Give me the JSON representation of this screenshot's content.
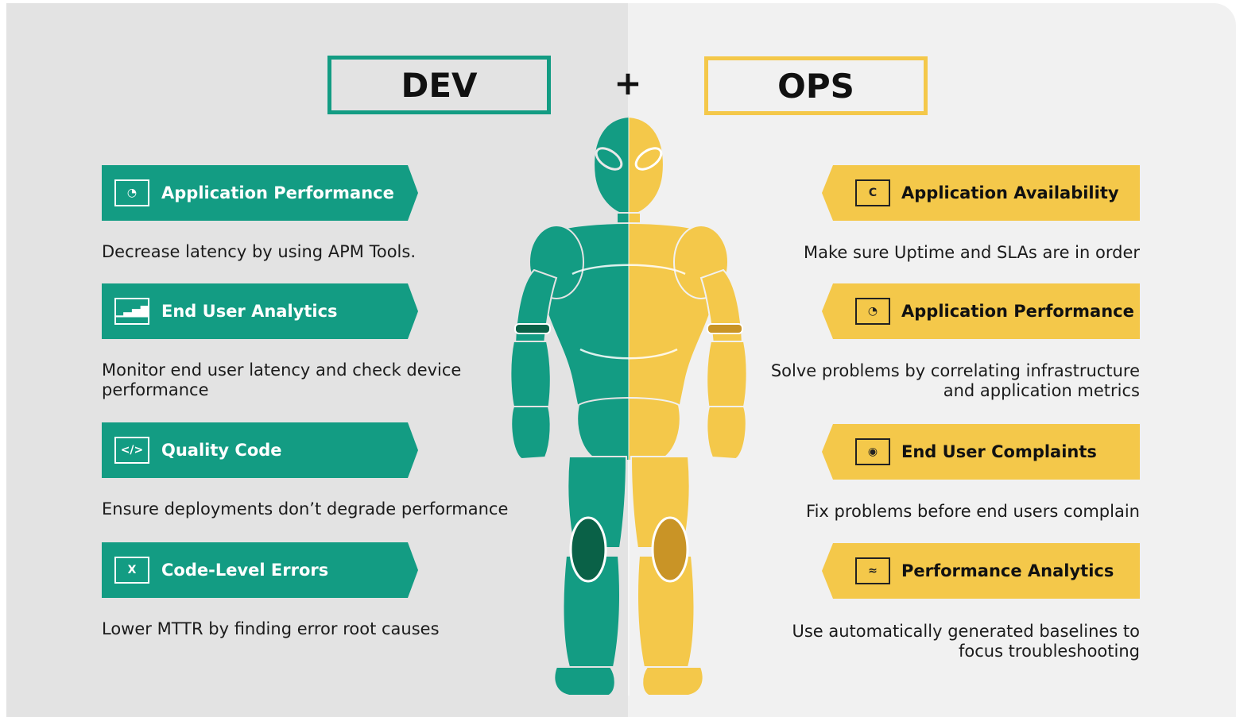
{
  "dev": {
    "title": "DEV",
    "accent": "#139c83",
    "items": [
      {
        "label": "Application Performance",
        "icon": "speedometer-icon",
        "glyph": "◔",
        "desc": "Decrease latency by using APM Tools."
      },
      {
        "label": "End User Analytics",
        "icon": "bar-chart-icon",
        "glyph": "▁▃▅▇",
        "desc": "Monitor end user latency and check device performance"
      },
      {
        "label": "Quality Code",
        "icon": "code-icon",
        "glyph": "</>",
        "desc": "Ensure deployments don’t degrade performance"
      },
      {
        "label": "Code-Level Errors",
        "icon": "close-x-icon",
        "glyph": "X",
        "desc": "Lower MTTR by finding error root causes"
      }
    ]
  },
  "plus": "+",
  "ops": {
    "title": "OPS",
    "accent": "#f4c84a",
    "items": [
      {
        "label": "Application Availability",
        "icon": "refresh-icon",
        "glyph": "C",
        "desc": "Make sure Uptime and SLAs are in order"
      },
      {
        "label": "Application Performance",
        "icon": "speedometer-icon",
        "glyph": "◔",
        "desc": "Solve problems by correlating infrastructure and application metrics"
      },
      {
        "label": "End User Complaints",
        "icon": "user-icon",
        "glyph": "◉",
        "desc": "Fix problems before end users complain"
      },
      {
        "label": "Performance Analytics",
        "icon": "analytics-icon",
        "glyph": "≈",
        "desc": "Use automatically generated baselines to focus troubleshooting"
      }
    ]
  }
}
